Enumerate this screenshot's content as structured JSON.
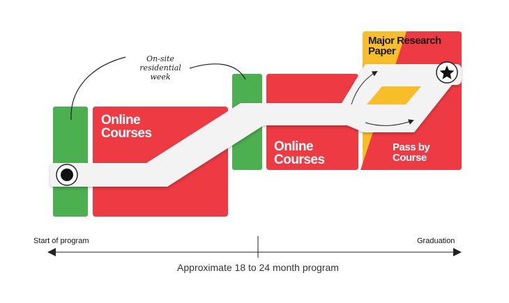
{
  "blocks": {
    "online_courses_1": "Online\nCourses",
    "online_courses_2": "Online\nCourses",
    "pass_by_course": "Pass by\nCourse",
    "major_research_paper": "Major Research\nPaper"
  },
  "annotation": {
    "residential": "On-site\nresidential\nweek"
  },
  "timeline": {
    "start_label": "Start of program",
    "end_label": "Graduation",
    "duration_label": "Approximate 18 to 24 month program"
  },
  "icons": {
    "start": "start-dot-icon",
    "finish": "star-icon"
  },
  "colors": {
    "green": "#4caf50",
    "red": "#ee3a43",
    "yellow": "#f7be2a",
    "path": "#f3f3f3"
  }
}
